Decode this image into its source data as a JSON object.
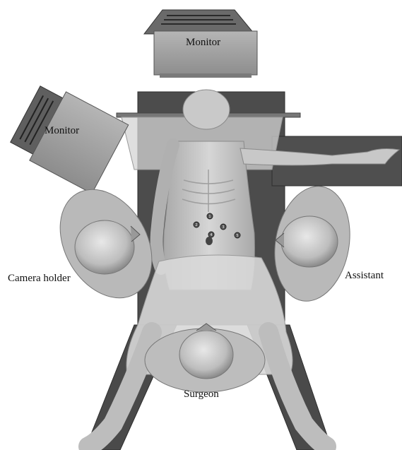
{
  "labels": {
    "monitor_top": "Monitor",
    "monitor_left": "Monitor",
    "camera_holder": "Camera holder",
    "assistant": "Assistant",
    "surgeon": "Surgeon"
  },
  "port_numbers": [
    "1",
    "2",
    "3",
    "4",
    "5"
  ],
  "colors": {
    "table": "#4a4a4a",
    "skin": "#cfcfcf",
    "drape": "#d9d9d9",
    "monitor": "#9a9a9a",
    "head": "#c4c4c4"
  }
}
